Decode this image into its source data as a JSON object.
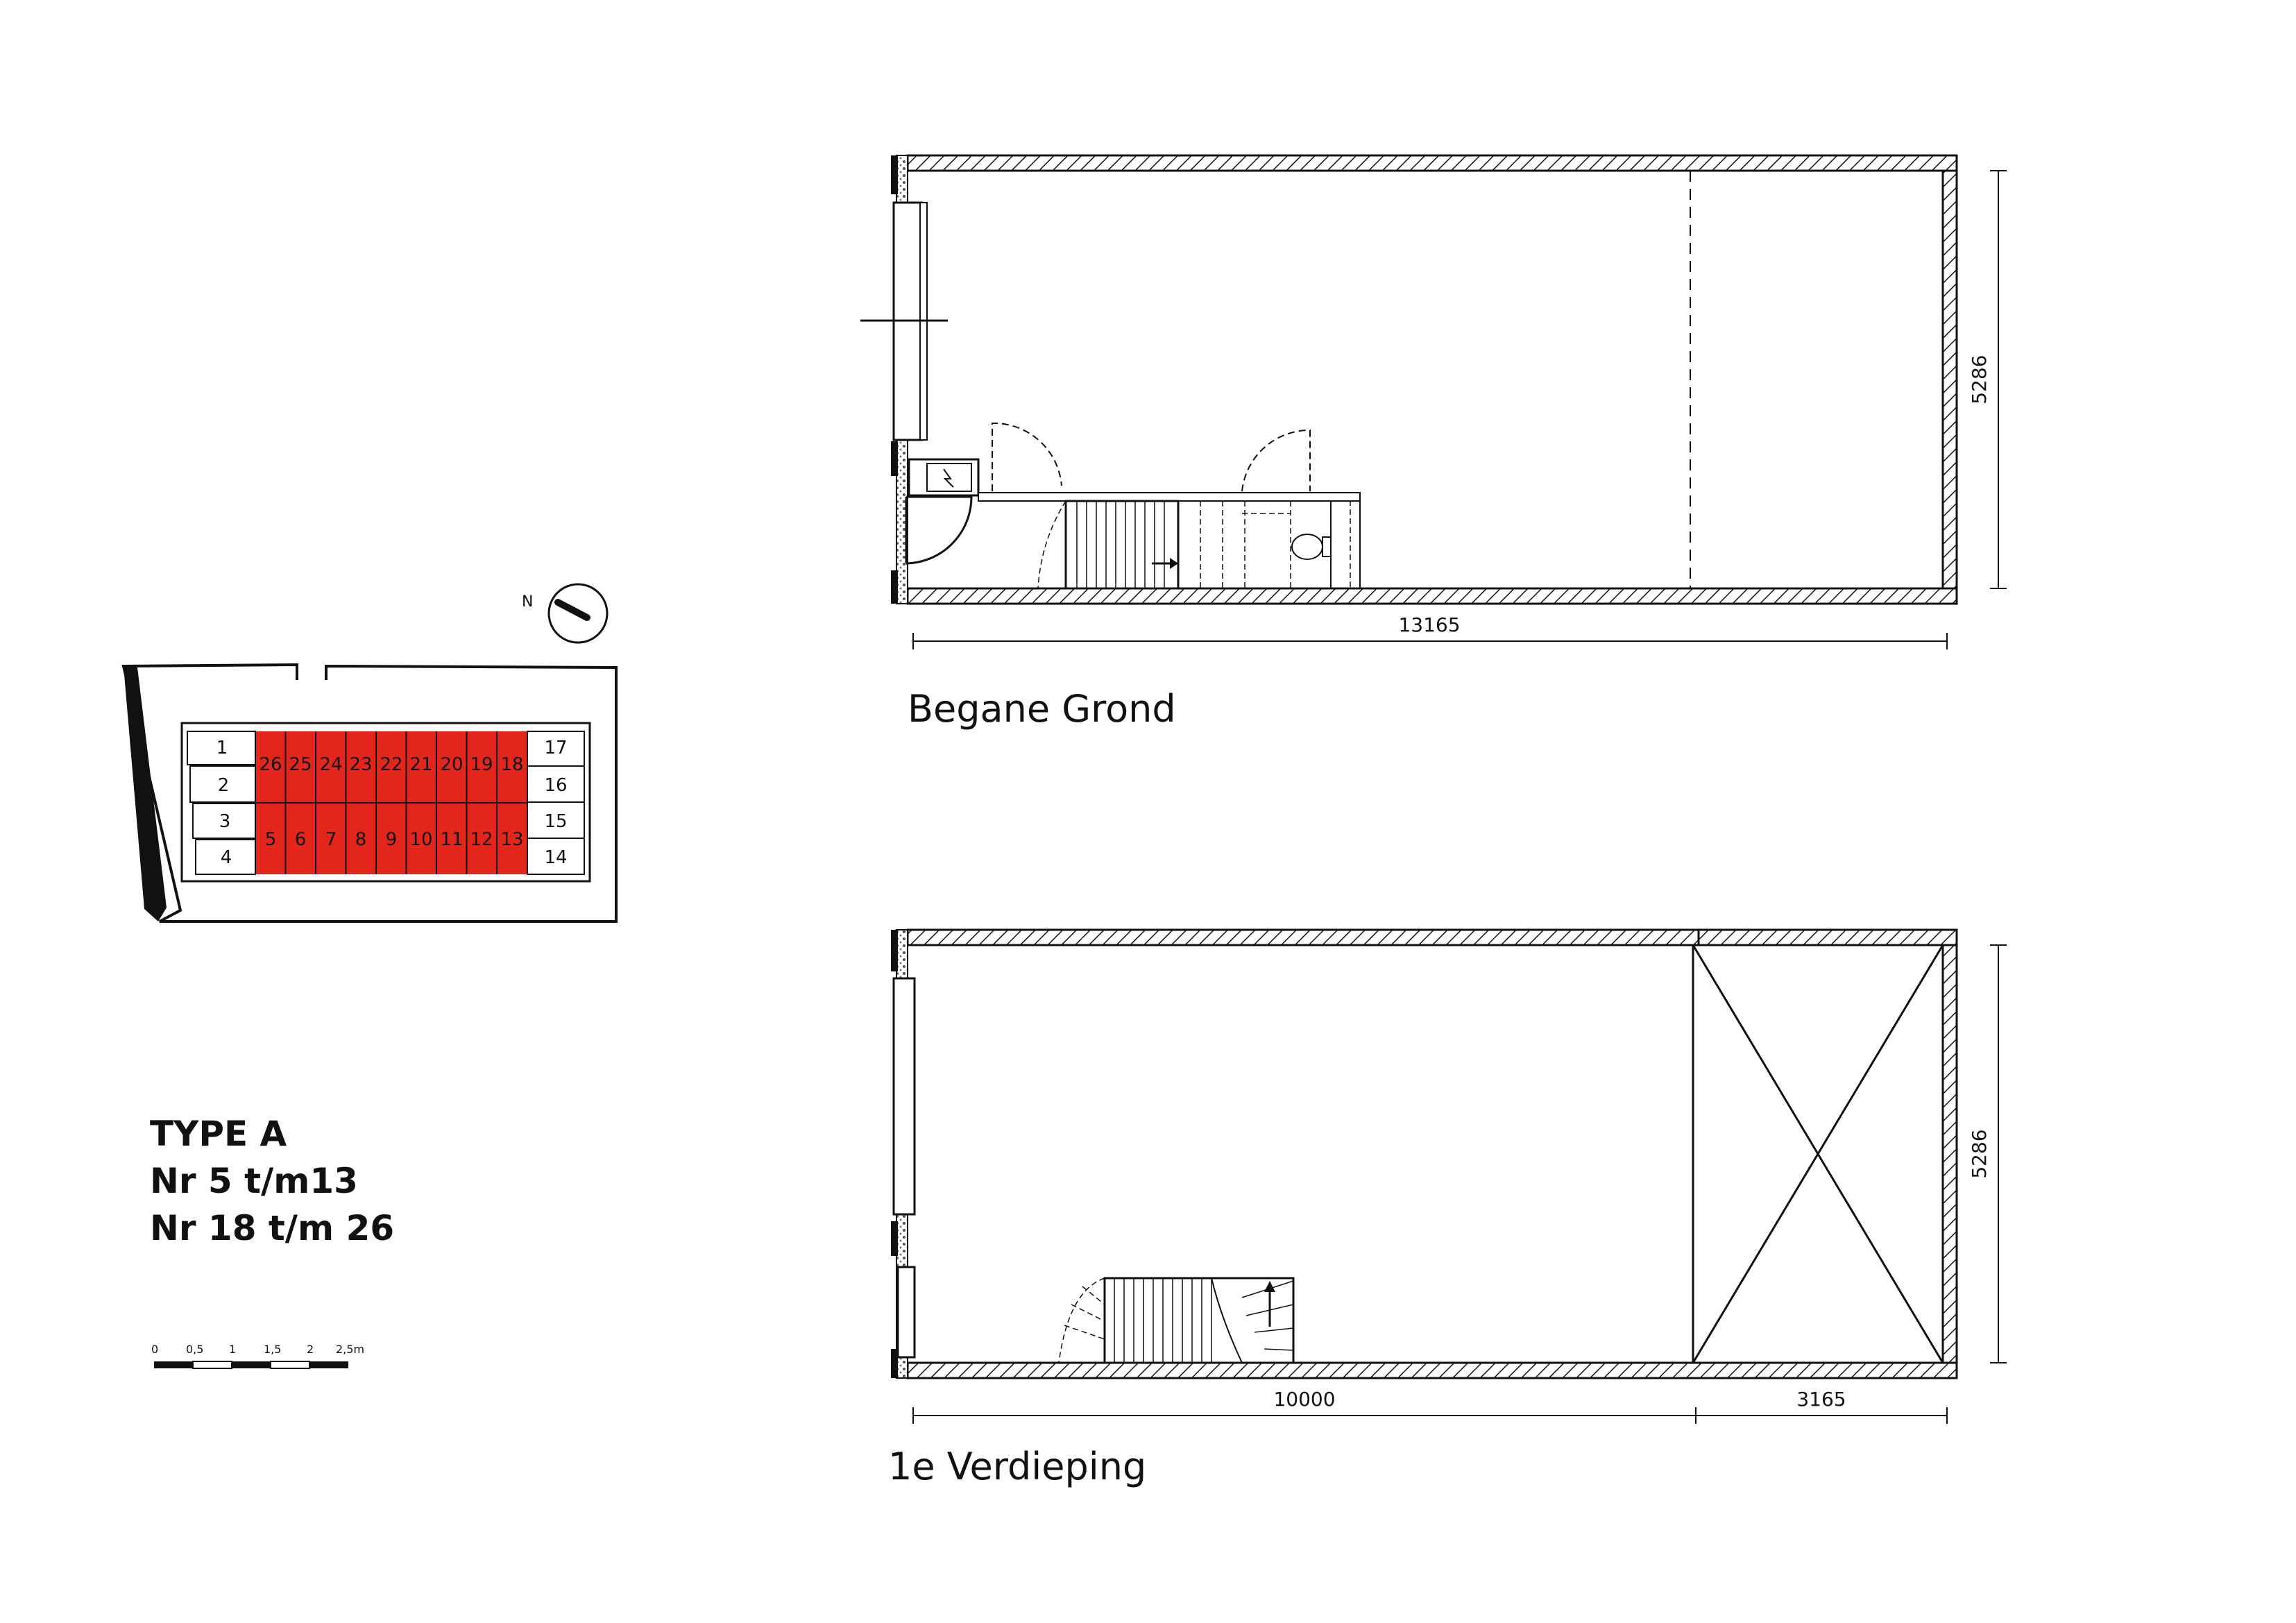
{
  "heading": {
    "type": "TYPE A",
    "range_1": "Nr 5 t/m13",
    "range_2": "Nr 18 t/m 26"
  },
  "north_arrow": {
    "label": "N"
  },
  "scale_bar": {
    "ticks": [
      "0",
      "0,5",
      "1",
      "1,5",
      "2",
      "2,5m"
    ]
  },
  "site_plan": {
    "highlight_color": "#e2261c",
    "left_units": [
      "1",
      "2",
      "3",
      "4"
    ],
    "top_row": [
      "26",
      "25",
      "24",
      "23",
      "22",
      "21",
      "20",
      "19",
      "18"
    ],
    "bottom_row": [
      "5",
      "6",
      "7",
      "8",
      "9",
      "10",
      "11",
      "12",
      "13"
    ],
    "right_units": [
      "17",
      "16",
      "15",
      "14"
    ]
  },
  "ground_floor": {
    "title": "Begane Grond",
    "dim_length": "13165",
    "dim_depth": "5286"
  },
  "first_floor": {
    "title": "1e Verdieping",
    "dim_main": "10000",
    "dim_void": "3165",
    "dim_depth": "5286"
  }
}
